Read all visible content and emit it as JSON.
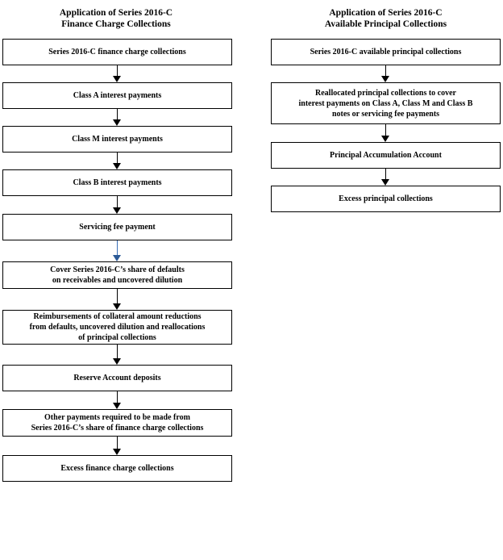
{
  "left": {
    "title": [
      "Application of Series 2016-C",
      "Finance Charge Collections"
    ],
    "boxes": [
      [
        "Series 2016-C finance charge collections"
      ],
      [
        "Class A interest payments"
      ],
      [
        "Class M interest payments"
      ],
      [
        "Class B interest payments"
      ],
      [
        "Servicing fee payment"
      ],
      [
        "Cover Series 2016-C’s share of defaults",
        "on receivables and uncovered dilution"
      ],
      [
        "Reimbursements of collateral amount reductions",
        "from defaults, uncovered dilution and reallocations",
        "of principal collections"
      ],
      [
        "Reserve Account deposits"
      ],
      [
        "Other payments required to be made from",
        "Series 2016-C’s share of finance charge collections"
      ],
      [
        "Excess finance charge collections"
      ]
    ]
  },
  "right": {
    "title": [
      "Application of Series 2016-C",
      "Available Principal Collections"
    ],
    "boxes": [
      [
        "Series 2016-C available principal collections"
      ],
      [
        "Reallocated principal collections to cover",
        "interest payments on Class A, Class M and Class B",
        "notes or servicing fee payments"
      ],
      [
        "Principal Accumulation Account"
      ],
      [
        "Excess principal collections"
      ]
    ]
  },
  "colors": {
    "highlight_arrow": "#3a6fb7"
  }
}
